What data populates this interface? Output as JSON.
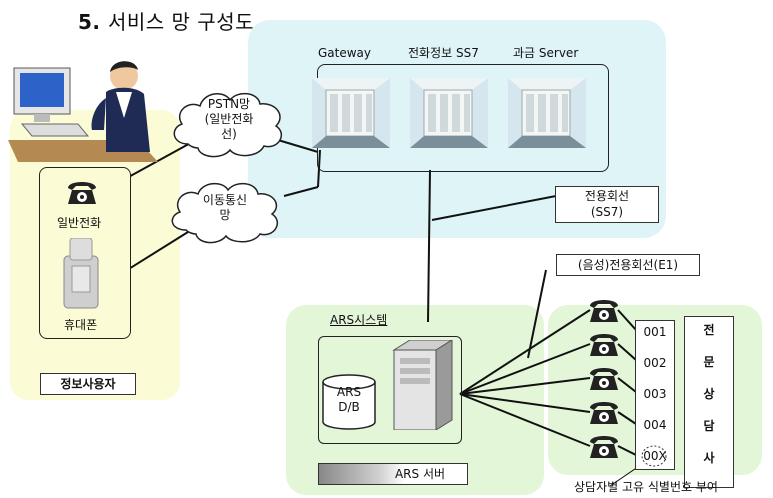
{
  "title": {
    "number": "5.",
    "text": "서비스 망 구성도"
  },
  "servers": [
    {
      "label": "Gateway"
    },
    {
      "label": "전화정보 SS7"
    },
    {
      "label": "과금 Server"
    }
  ],
  "clouds": {
    "pstn": [
      "PSTN망",
      "(일반전화",
      "선)"
    ],
    "mobile": [
      "이동통신",
      "망"
    ]
  },
  "user": {
    "landline_label": "일반전화",
    "mobile_label": "휴대폰",
    "group_label": "정보사용자"
  },
  "links": {
    "ss7": [
      "전용회선",
      "(SS7)"
    ],
    "e1": "(음성)전용회선(E1)"
  },
  "ars": {
    "system_label": "ARS시스템",
    "db_label": [
      "ARS",
      "D/B"
    ],
    "server_label": "ARS 서버"
  },
  "center": {
    "numbers": [
      "001",
      "002",
      "003",
      "004",
      "00X"
    ],
    "agent_label": [
      "전",
      "문",
      "상",
      "담",
      "사"
    ],
    "caption": "상담자별 고유 식별번호 부여"
  }
}
